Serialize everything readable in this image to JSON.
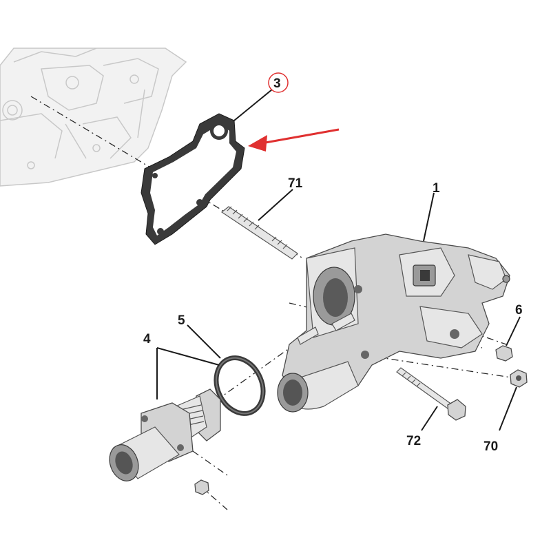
{
  "colors": {
    "arrow": "#e03030",
    "highlight_circle": "#e03030",
    "text": "#1a1a1a",
    "ghost_block": "#f2f2f2",
    "part_metal": "#d3d3d3",
    "gasket": "#3a3a3a"
  },
  "callouts": {
    "gasket": "3",
    "housing": "1",
    "stud_long": "71",
    "thermostat": "4",
    "seal_ring": "5",
    "nut_small": "6",
    "screw": "72",
    "nut": "70"
  }
}
